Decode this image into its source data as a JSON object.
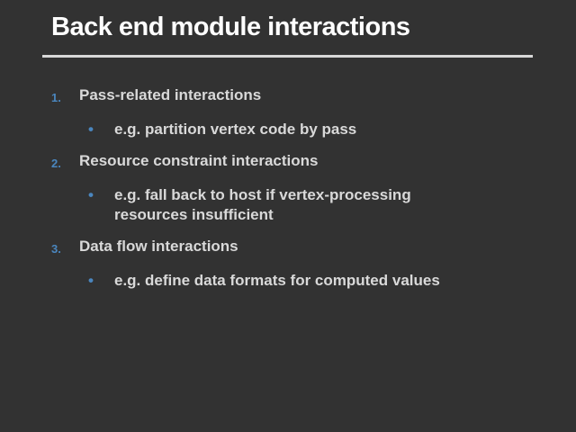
{
  "slide": {
    "title": "Back end module interactions",
    "colors": {
      "background": "#323232",
      "title_text": "#ffffff",
      "rule": "#d8d8d8",
      "body_text": "#d9d9d9",
      "marker_blue": "#4a86be"
    },
    "list": [
      {
        "number": "1.",
        "label": "Pass-related interactions",
        "bullet": "•",
        "sub_text": "e.g. partition vertex code by pass"
      },
      {
        "number": "2.",
        "label": "Resource constraint interactions",
        "bullet": "•",
        "sub_text": "e.g. fall back to host if vertex-processing\nresources insufficient"
      },
      {
        "number": "3.",
        "label": "Data flow interactions",
        "bullet": "•",
        "sub_text": "e.g. define data formats for computed values"
      }
    ]
  }
}
